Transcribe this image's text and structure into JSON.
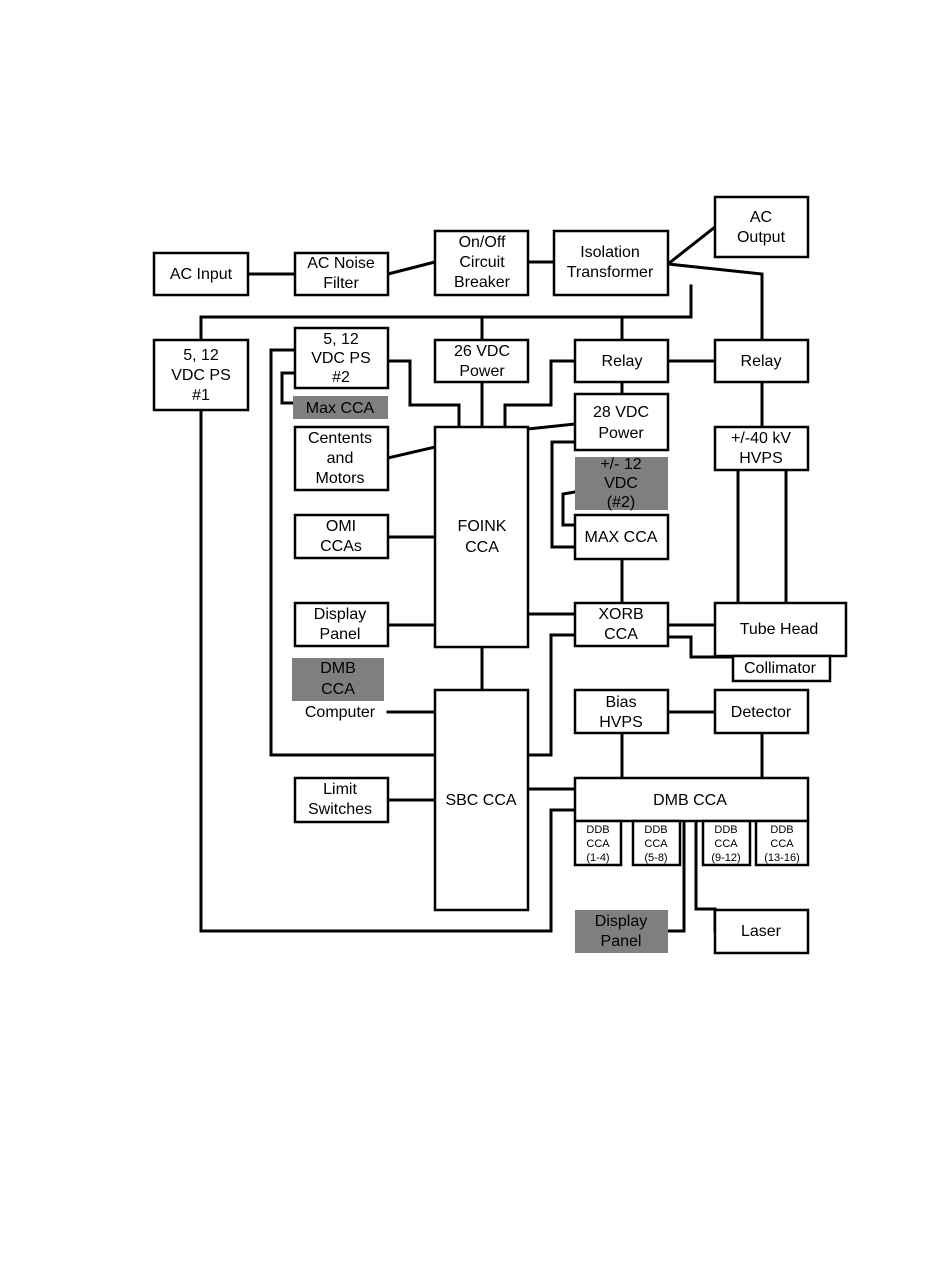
{
  "blocks": {
    "ac_input": [
      "AC Input"
    ],
    "ac_noise_filter": [
      "AC Noise",
      "Filter"
    ],
    "on_off_breaker": [
      "On/Off",
      "Circuit",
      "Breaker"
    ],
    "isolation_transformer": [
      "Isolation",
      "Transformer"
    ],
    "ac_output": [
      "AC",
      "Output"
    ],
    "ps1": [
      "5, 12",
      "VDC PS",
      "#1"
    ],
    "ps2": [
      "5, 12",
      "VDC PS",
      "#2"
    ],
    "max_cca_gray": [
      "Max CCA"
    ],
    "vdc26": [
      "26 VDC",
      "Power"
    ],
    "relay1": [
      "Relay"
    ],
    "relay2": [
      "Relay"
    ],
    "vdc28": [
      "28 VDC",
      "Power"
    ],
    "hvps40": [
      "+/-40 kV",
      "HVPS"
    ],
    "centents": [
      "Centents",
      "and",
      "Motors"
    ],
    "pm12": [
      "+/- 12",
      "VDC",
      "(#2)"
    ],
    "omi": [
      "OMI",
      "CCAs"
    ],
    "foink": [
      "FOINK",
      "CCA"
    ],
    "max_cca": [
      "MAX CCA"
    ],
    "display_panel1": [
      "Display",
      "Panel"
    ],
    "xorb": [
      "XORB",
      "CCA"
    ],
    "tube_head": [
      "Tube Head"
    ],
    "collimator": [
      "Collimator"
    ],
    "dmb_gray": [
      "DMB",
      "CCA"
    ],
    "computer": [
      "Computer"
    ],
    "bias_hvps": [
      "Bias",
      "HVPS"
    ],
    "detector": [
      "Detector"
    ],
    "limit_switches": [
      "Limit",
      "Switches"
    ],
    "sbc": [
      "SBC CCA"
    ],
    "dmb": [
      "DMB CCA"
    ],
    "ddb1": [
      "DDB",
      "CCA",
      "(1-4)"
    ],
    "ddb2": [
      "DDB",
      "CCA",
      "(5-8)"
    ],
    "ddb3": [
      "DDB",
      "CCA",
      "(9-12)"
    ],
    "ddb4": [
      "DDB",
      "CCA",
      "(13-16)"
    ],
    "display_panel2": [
      "Display",
      "Panel"
    ],
    "laser": [
      "Laser"
    ]
  },
  "colors": {
    "line": "#000000",
    "box_fill": "#ffffff",
    "shaded_fill": "#7f7f7f"
  }
}
